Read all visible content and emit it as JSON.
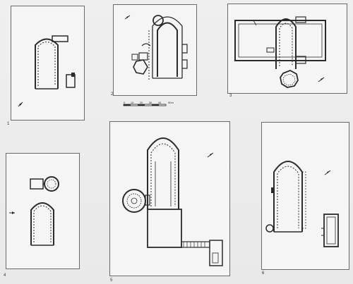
{
  "figures": [
    {
      "number": "1"
    },
    {
      "number": "2"
    },
    {
      "number": "3"
    },
    {
      "number": "4"
    },
    {
      "number": "5"
    },
    {
      "number": "6"
    }
  ],
  "scale_bar": {
    "ticks": [
      "0",
      "10",
      "20",
      "30",
      "40",
      "50m"
    ],
    "fractions": [
      0.0,
      0.13,
      0.3,
      0.47,
      0.64,
      0.83
    ]
  },
  "colors": {
    "line": "#2b2b2b",
    "panel": "#f5f5f5",
    "background": "#ececec"
  }
}
